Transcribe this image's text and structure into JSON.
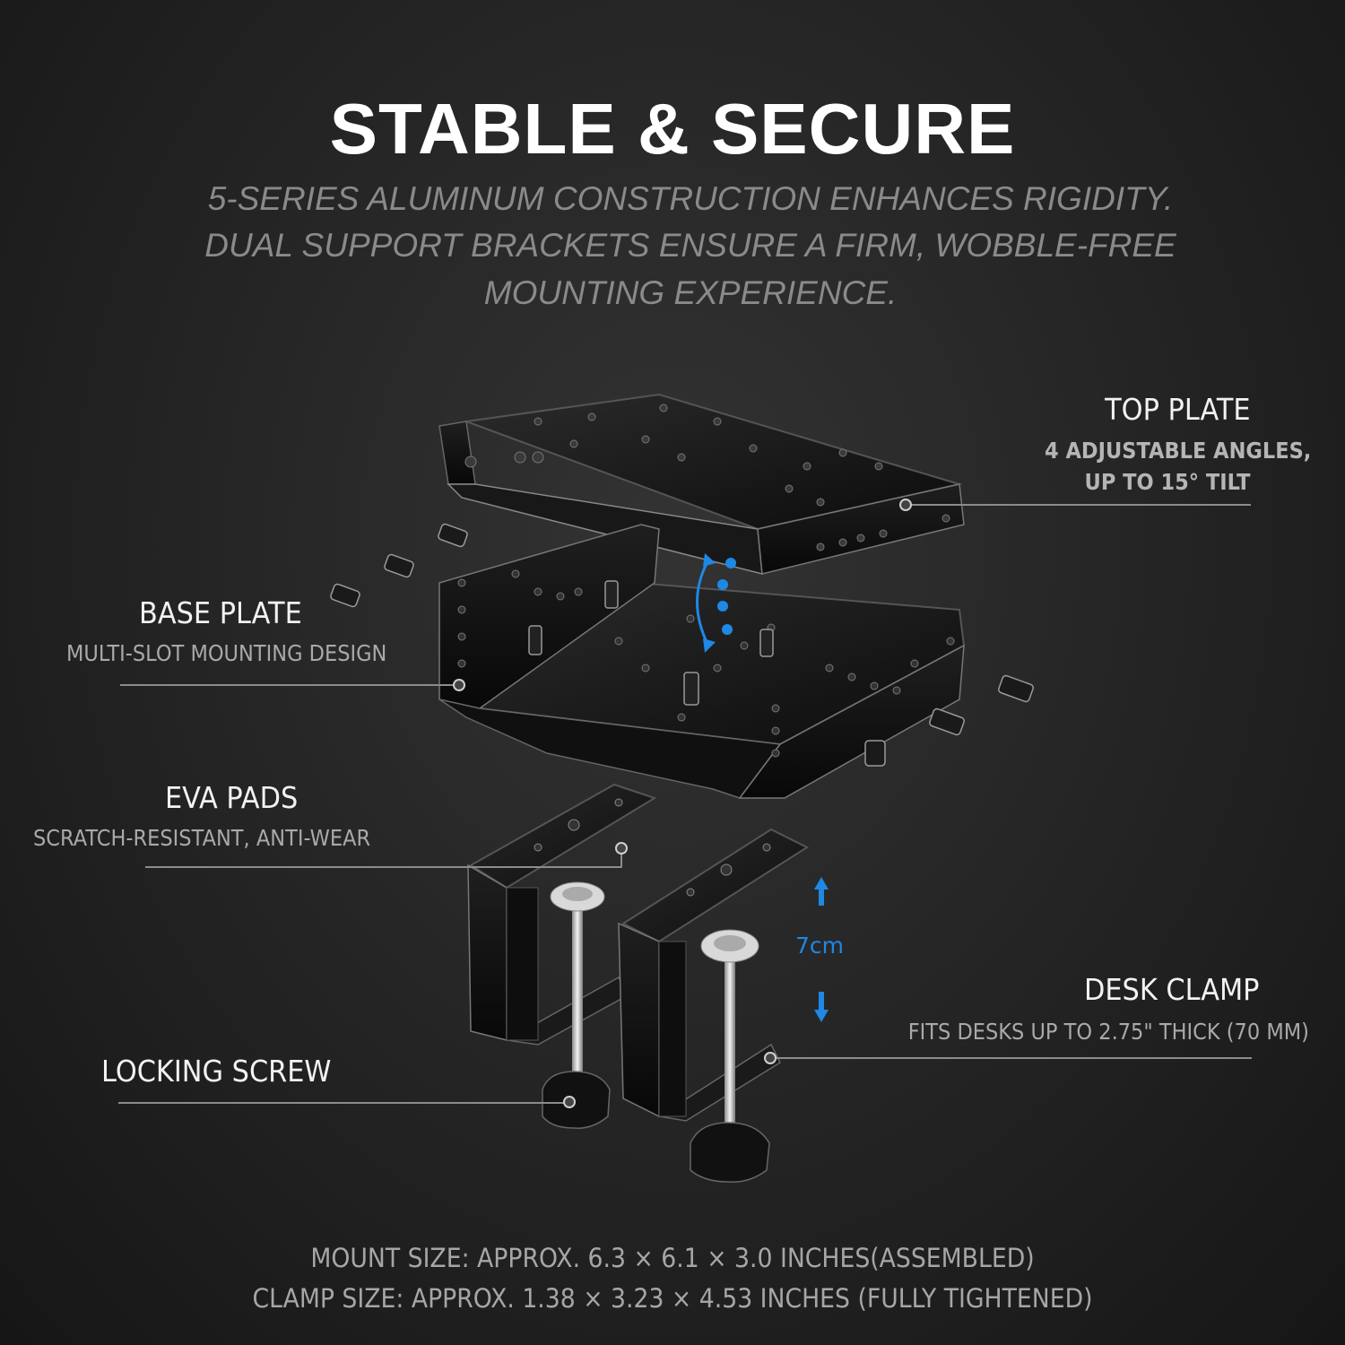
{
  "header": {
    "title": "STABLE & SECURE",
    "subtitle_lines": [
      "5-SERIES ALUMINUM CONSTRUCTION ENHANCES RIGIDITY.",
      "DUAL SUPPORT BRACKETS ENSURE A FIRM, WOBBLE-FREE",
      "MOUNTING EXPERIENCE."
    ]
  },
  "callouts": {
    "top_plate": {
      "title": "TOP PLATE",
      "sub_lines": [
        "4 ADJUSTABLE ANGLES,",
        "UP TO 15° TILT"
      ]
    },
    "base_plate": {
      "title": "BASE PLATE",
      "sub": "MULTI-SLOT MOUNTING DESIGN"
    },
    "eva_pads": {
      "title": "EVA PADS",
      "sub": "SCRATCH-RESISTANT, ANTI-WEAR"
    },
    "desk_clamp": {
      "title": "DESK CLAMP",
      "sub": "FITS DESKS UP TO 2.75\" THICK (70 MM)"
    },
    "locking_screw": {
      "title": "LOCKING SCREW"
    }
  },
  "dimension": {
    "label": "7cm"
  },
  "footer": {
    "lines": [
      "MOUNT SIZE: APPROX. 6.3 × 6.1 × 3.0 INCHES(ASSEMBLED)",
      "CLAMP SIZE: APPROX. 1.38 × 3.23 × 4.53 INCHES (FULLY TIGHTENED)"
    ]
  },
  "colors": {
    "background": "#262626",
    "accent_blue": "#1e88e5",
    "metal_black": "#141414"
  }
}
